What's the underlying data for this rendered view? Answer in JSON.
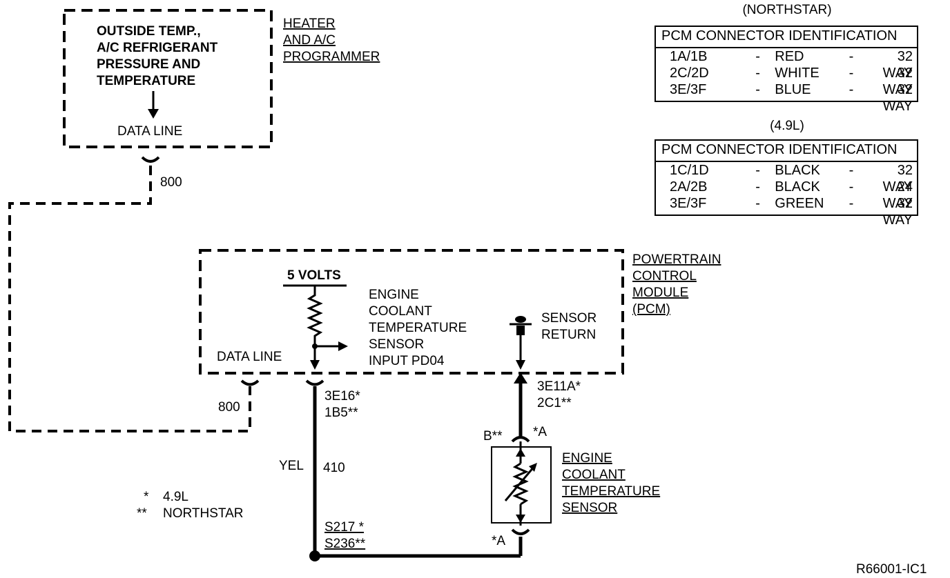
{
  "heater_box": {
    "lines": [
      "OUTSIDE TEMP.,",
      "A/C REFRIGERANT",
      "PRESSURE AND",
      "TEMPERATURE"
    ],
    "data_line": "DATA LINE",
    "title_lines": [
      "HEATER",
      "AND A/C",
      "PROGRAMMER"
    ]
  },
  "wire_800_top": "800",
  "wire_800_bottom": "800",
  "pcm_box": {
    "title_lines": [
      "POWERTRAIN",
      "CONTROL",
      "MODULE",
      "(PCM)"
    ],
    "five_volts": "5 VOLTS",
    "ect_input_lines": [
      "ENGINE",
      "COOLANT",
      "TEMPERATURE",
      "SENSOR",
      "INPUT PD04"
    ],
    "sensor_return_lines": [
      "SENSOR",
      "RETURN"
    ],
    "data_line": "DATA LINE"
  },
  "left_circuit": {
    "pin_lines": [
      "3E16*",
      "1B5**"
    ],
    "color": "YEL",
    "circuit": "410",
    "splice_lines": [
      "S217 *",
      "S236**"
    ]
  },
  "right_circuit": {
    "pin_lines": [
      "3E11A*",
      "2C1**"
    ],
    "connector_b": "B**",
    "connector_a_top": "*A",
    "connector_a_bottom": "*A"
  },
  "sensor": {
    "title_lines": [
      "ENGINE",
      "COOLANT",
      "TEMPERATURE",
      "SENSOR"
    ]
  },
  "legend": [
    {
      "mark": "*",
      "text": "4.9L"
    },
    {
      "mark": "**",
      "text": "NORTHSTAR"
    }
  ],
  "tables": [
    {
      "caption": "(NORTHSTAR)",
      "header": "PCM CONNECTOR IDENTIFICATION",
      "rows": [
        {
          "conn": "1A/1B",
          "sep1": "-",
          "color": "RED",
          "sep2": "-",
          "ways": "32 WAY"
        },
        {
          "conn": "2C/2D",
          "sep1": "-",
          "color": "WHITE",
          "sep2": "-",
          "ways": "32 WAY"
        },
        {
          "conn": "3E/3F",
          "sep1": "-",
          "color": "BLUE",
          "sep2": "-",
          "ways": "32 WAY"
        }
      ]
    },
    {
      "caption": "(4.9L)",
      "header": "PCM CONNECTOR IDENTIFICATION",
      "rows": [
        {
          "conn": "1C/1D",
          "sep1": "-",
          "color": "BLACK",
          "sep2": "-",
          "ways": "32 WAY"
        },
        {
          "conn": "2A/2B",
          "sep1": "-",
          "color": "BLACK",
          "sep2": "-",
          "ways": "24 WAY"
        },
        {
          "conn": "3E/3F",
          "sep1": "-",
          "color": "GREEN",
          "sep2": "-",
          "ways": "32 WAY"
        }
      ]
    }
  ],
  "figure_id": "R66001-IC1"
}
